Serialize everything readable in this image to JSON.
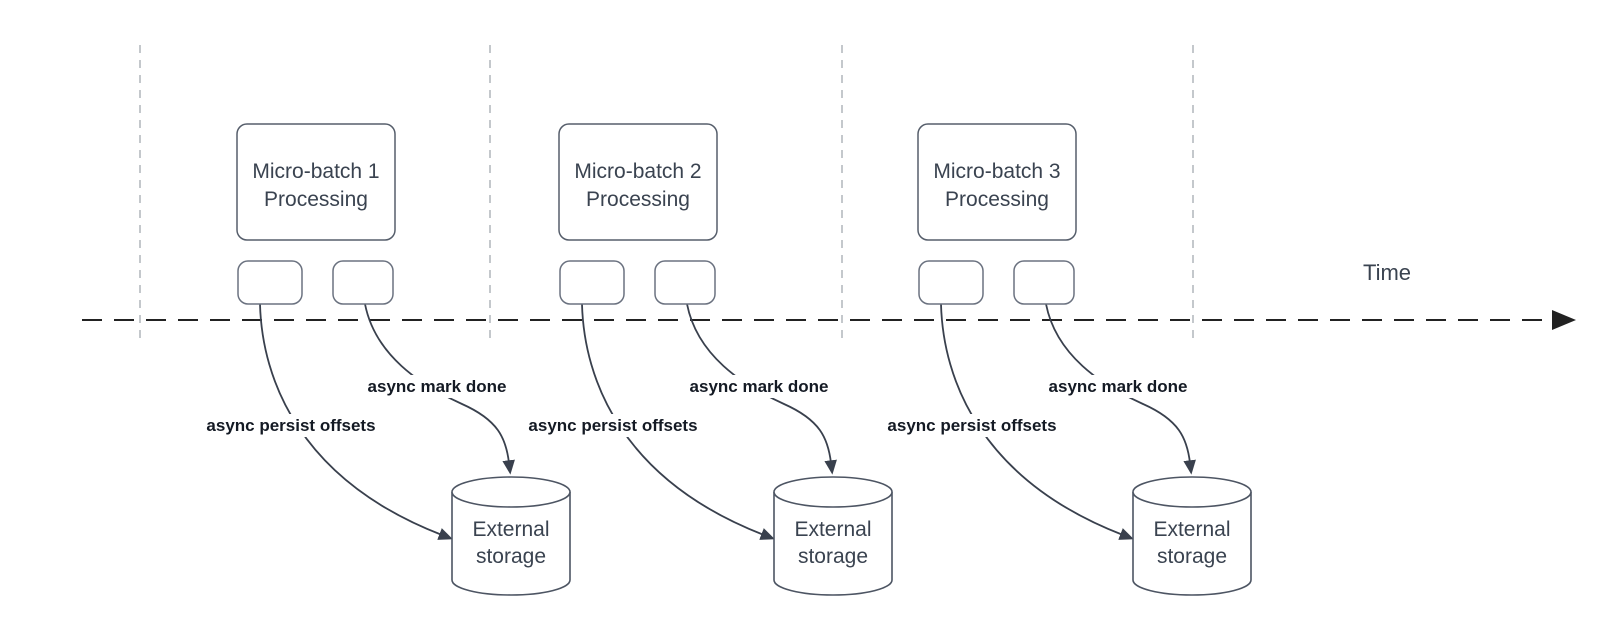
{
  "diagram": {
    "timeline": {
      "label": "Time"
    },
    "batches": [
      {
        "title_line1": "Micro-batch 1",
        "title_line2": "Processing",
        "persist_label": "async persist offsets",
        "done_label": "async mark done",
        "storage": {
          "line1": "External",
          "line2": "storage"
        }
      },
      {
        "title_line1": "Micro-batch 2",
        "title_line2": "Processing",
        "persist_label": "async persist offsets",
        "done_label": "async mark done",
        "storage": {
          "line1": "External",
          "line2": "storage"
        }
      },
      {
        "title_line1": "Micro-batch 3",
        "title_line2": "Processing",
        "persist_label": "async persist offsets",
        "done_label": "async mark done",
        "storage": {
          "line1": "External",
          "line2": "storage"
        }
      }
    ],
    "colors": {
      "shape_stroke": "#565e6b",
      "small_box_stroke": "#6b7280",
      "cylinder_stroke": "#4d5563",
      "arrow_stroke": "#39404d",
      "timeline_stroke": "#222222",
      "guide_stroke": "#b0b5bb",
      "shape_text": "#3a4350",
      "label_text": "#141a24",
      "background": "#ffffff"
    }
  }
}
